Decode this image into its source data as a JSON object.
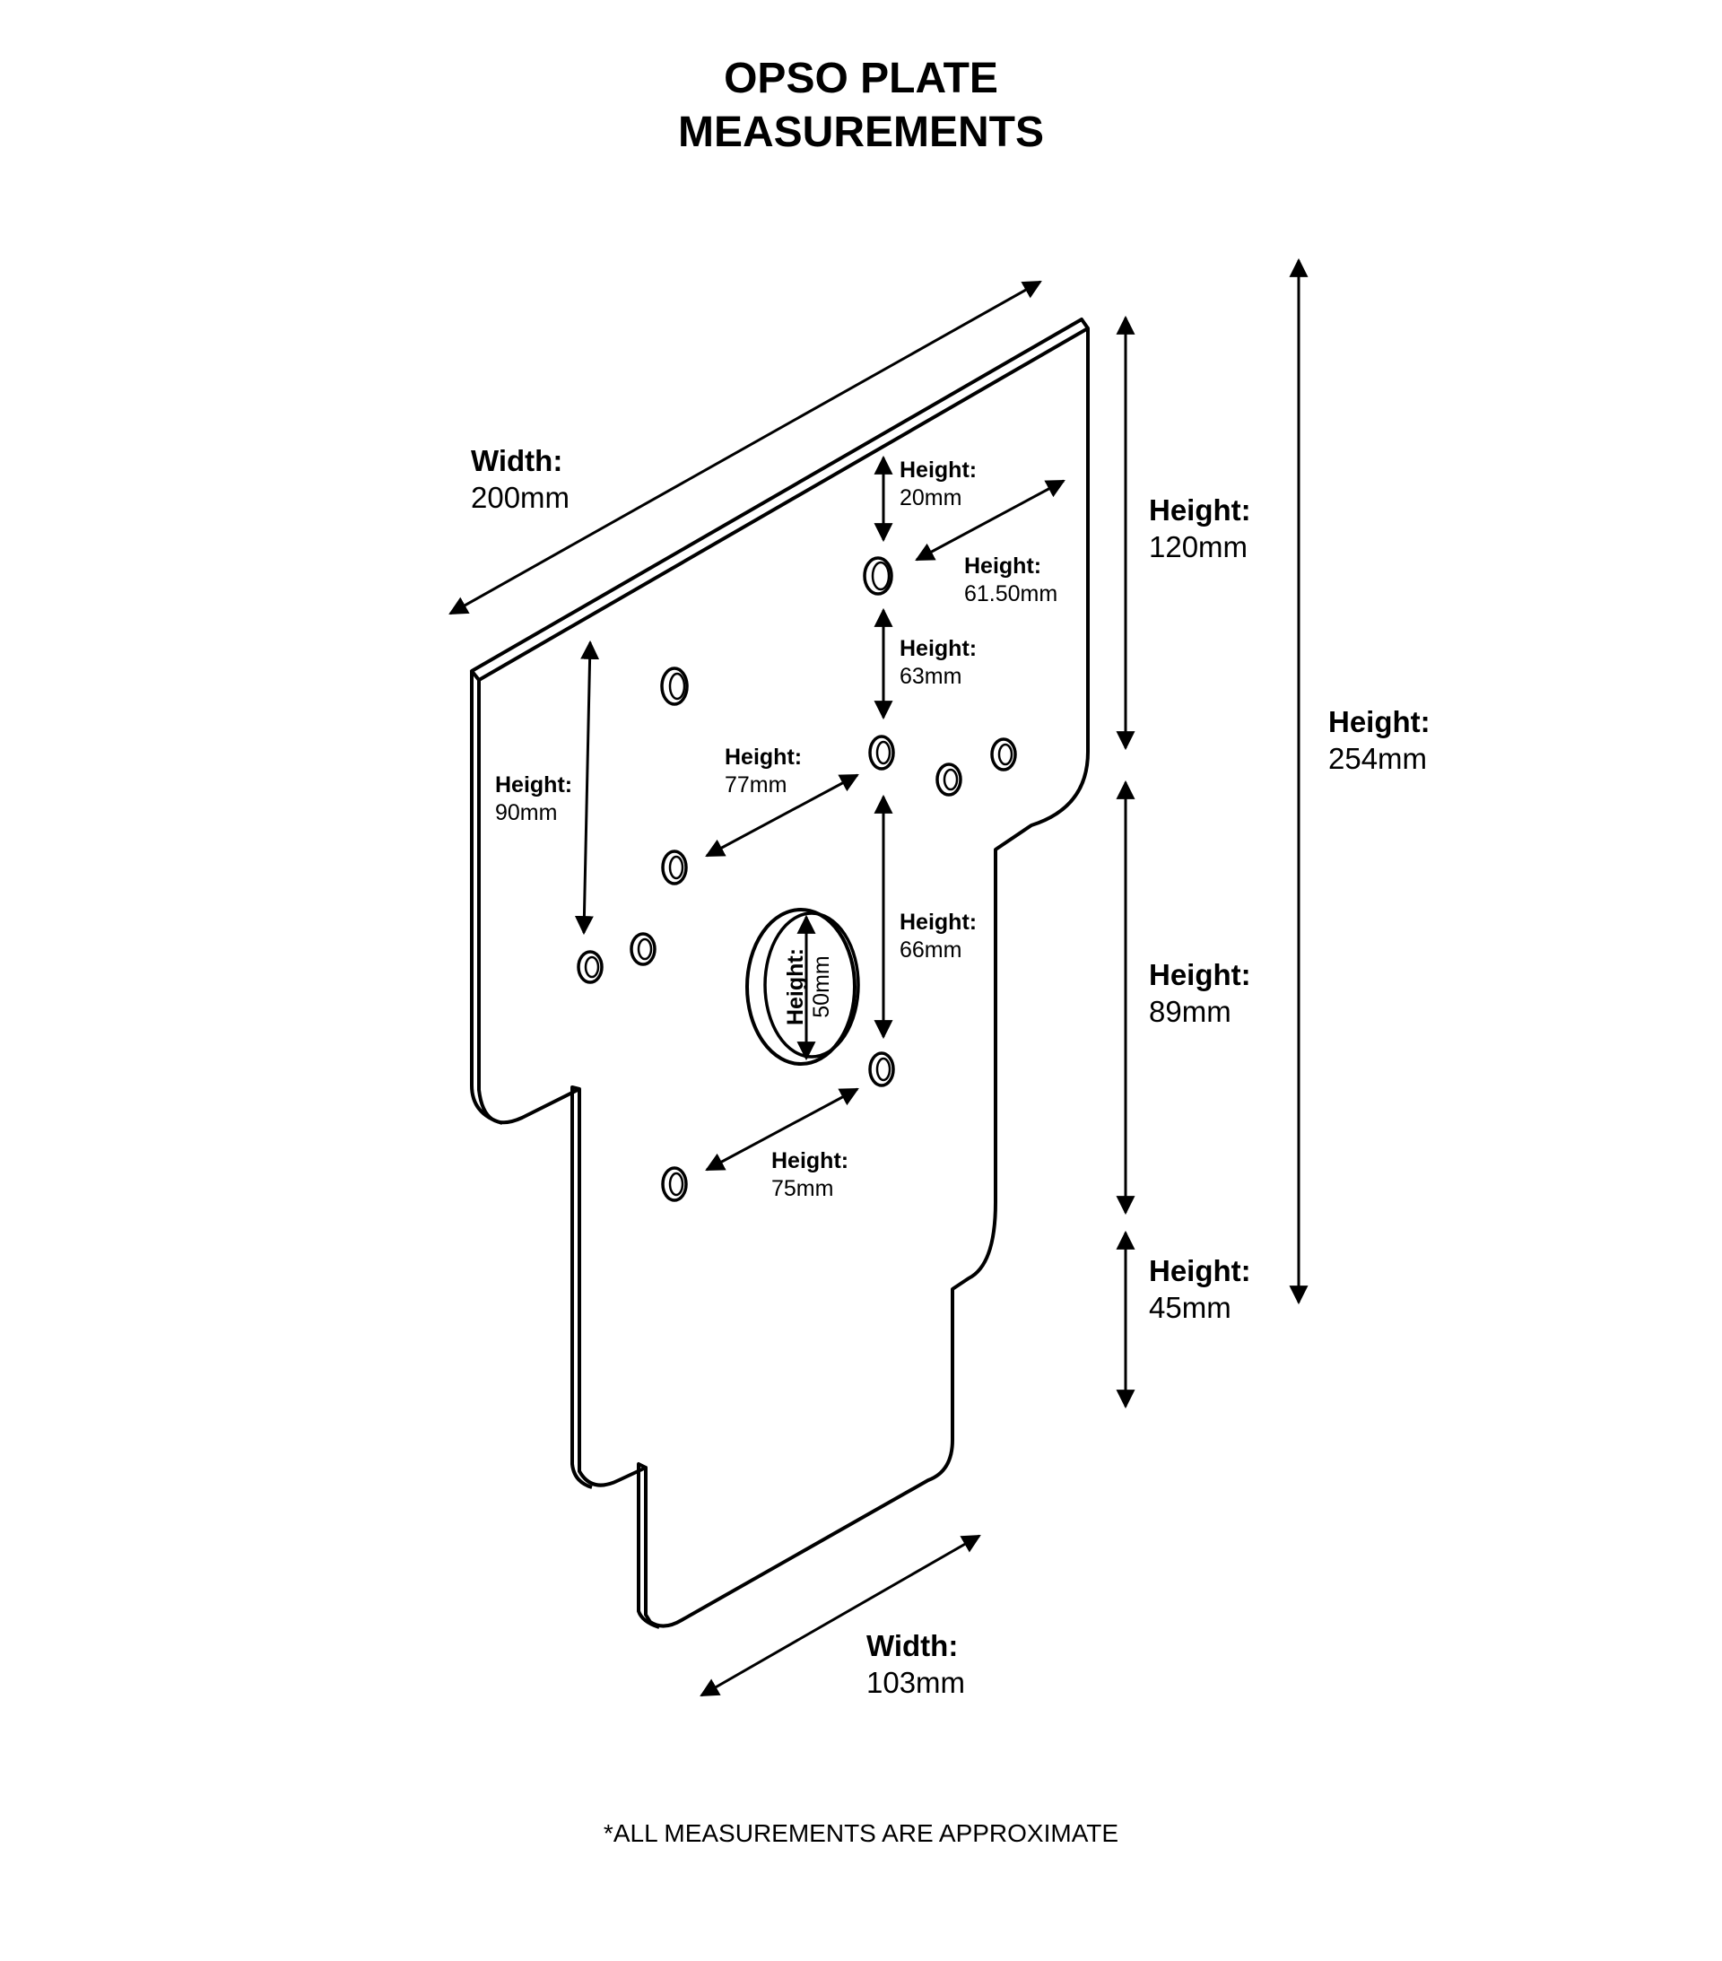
{
  "title": {
    "line1": "OPSO PLATE",
    "line2": "MEASUREMENTS"
  },
  "footnote": "*ALL MEASUREMENTS ARE APPROXIMATE",
  "dimensions": {
    "width_top": {
      "label": "Width:",
      "value": "200mm"
    },
    "width_bottom": {
      "label": "Width:",
      "value": "103mm"
    },
    "height_120": {
      "label": "Height:",
      "value": "120mm"
    },
    "height_254": {
      "label": "Height:",
      "value": "254mm"
    },
    "height_89": {
      "label": "Height:",
      "value": "89mm"
    },
    "height_45": {
      "label": "Height:",
      "value": "45mm"
    },
    "height_20": {
      "label": "Height:",
      "value": "20mm"
    },
    "height_61_50": {
      "label": "Height:",
      "value": "61.50mm"
    },
    "height_63": {
      "label": "Height:",
      "value": "63mm"
    },
    "height_77": {
      "label": "Height:",
      "value": "77mm"
    },
    "height_90": {
      "label": "Height:",
      "value": "90mm"
    },
    "height_66": {
      "label": "Height:",
      "value": "66mm"
    },
    "height_75": {
      "label": "Height:",
      "value": "75mm"
    },
    "height_50": {
      "label": "Height:",
      "value": "50mm"
    }
  }
}
